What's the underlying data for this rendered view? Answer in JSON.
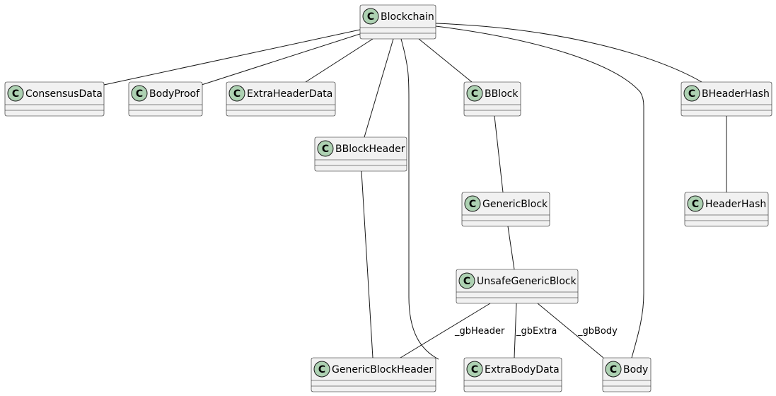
{
  "diagram": {
    "type": "class-diagram",
    "stereotype_letter": "C",
    "colors": {
      "box_fill": "#f1f1f1",
      "box_border": "#181818",
      "spot_fill": "#add1b2",
      "line": "#181818"
    },
    "classes": [
      {
        "id": "Blockchain",
        "name": "Blockchain"
      },
      {
        "id": "ConsensusData",
        "name": "ConsensusData"
      },
      {
        "id": "BodyProof",
        "name": "BodyProof"
      },
      {
        "id": "ExtraHeaderData",
        "name": "ExtraHeaderData"
      },
      {
        "id": "BBlock",
        "name": "BBlock"
      },
      {
        "id": "BHeaderHash",
        "name": "BHeaderHash"
      },
      {
        "id": "BBlockHeader",
        "name": "BBlockHeader"
      },
      {
        "id": "GenericBlock",
        "name": "GenericBlock"
      },
      {
        "id": "HeaderHash",
        "name": "HeaderHash"
      },
      {
        "id": "UnsafeGenericBlock",
        "name": "UnsafeGenericBlock"
      },
      {
        "id": "GenericBlockHeader",
        "name": "GenericBlockHeader"
      },
      {
        "id": "ExtraBodyData",
        "name": "ExtraBodyData"
      },
      {
        "id": "Body",
        "name": "Body"
      }
    ],
    "relations": [
      {
        "from": "Blockchain",
        "to": "ConsensusData",
        "label": ""
      },
      {
        "from": "Blockchain",
        "to": "BodyProof",
        "label": ""
      },
      {
        "from": "Blockchain",
        "to": "ExtraHeaderData",
        "label": ""
      },
      {
        "from": "Blockchain",
        "to": "BBlockHeader",
        "label": ""
      },
      {
        "from": "Blockchain",
        "to": "ExtraBodyData",
        "label": ""
      },
      {
        "from": "Blockchain",
        "to": "BBlock",
        "label": ""
      },
      {
        "from": "Blockchain",
        "to": "Body",
        "label": ""
      },
      {
        "from": "Blockchain",
        "to": "BHeaderHash",
        "label": ""
      },
      {
        "from": "BBlock",
        "to": "GenericBlock",
        "label": ""
      },
      {
        "from": "BHeaderHash",
        "to": "HeaderHash",
        "label": ""
      },
      {
        "from": "BBlockHeader",
        "to": "GenericBlockHeader",
        "label": ""
      },
      {
        "from": "GenericBlock",
        "to": "UnsafeGenericBlock",
        "label": ""
      },
      {
        "from": "UnsafeGenericBlock",
        "to": "GenericBlockHeader",
        "label": "_gbHeader"
      },
      {
        "from": "UnsafeGenericBlock",
        "to": "ExtraBodyData",
        "label": "_gbExtra"
      },
      {
        "from": "UnsafeGenericBlock",
        "to": "Body",
        "label": "_gbBody"
      }
    ]
  }
}
